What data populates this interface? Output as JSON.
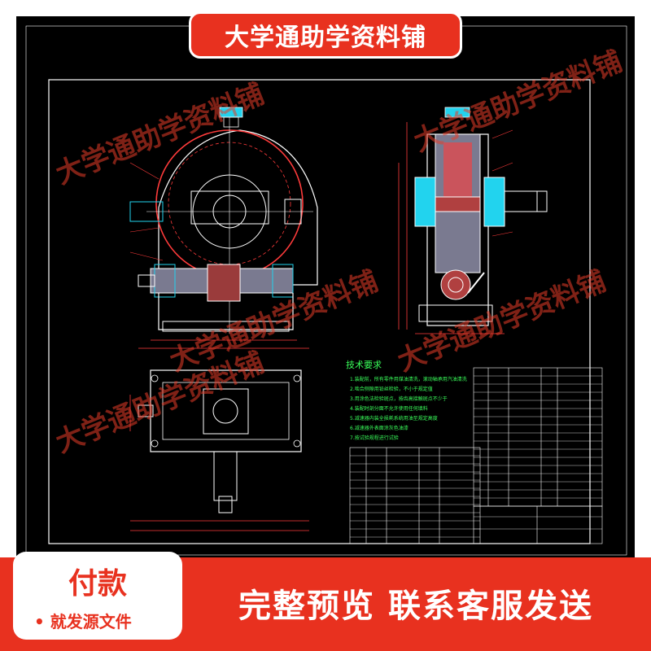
{
  "banner": {
    "title": "大学通助学资料铺"
  },
  "watermark_text": "大学通助学资料铺",
  "drawing": {
    "tech_title": "技术要求",
    "tech_lines": [
      "1.装配前，所有零件用煤油清洗，滚动轴承用汽油清洗",
      "2.啮合侧隙用铅丝检验，不小于规定值",
      "3.用涂色法检验斑点，按齿高接触斑点不少于",
      "4.装配时剖分面不允许使用任何填料",
      "5.减速器内装全损耗系统用油至规定高度",
      "6.减速器外表面涂灰色油漆",
      "7.按试验规程进行试验"
    ]
  },
  "footer": {
    "pay_title": "付款",
    "pay_sub": "• 就发源文件",
    "cta": "完整预览  联系客服发送"
  },
  "colors": {
    "brand": "#e8311f",
    "cad_background": "#000000",
    "line_white": "#ffffff",
    "line_red": "#ff3b3b",
    "line_cyan": "#22d3ee",
    "line_green": "#39ff5a"
  }
}
